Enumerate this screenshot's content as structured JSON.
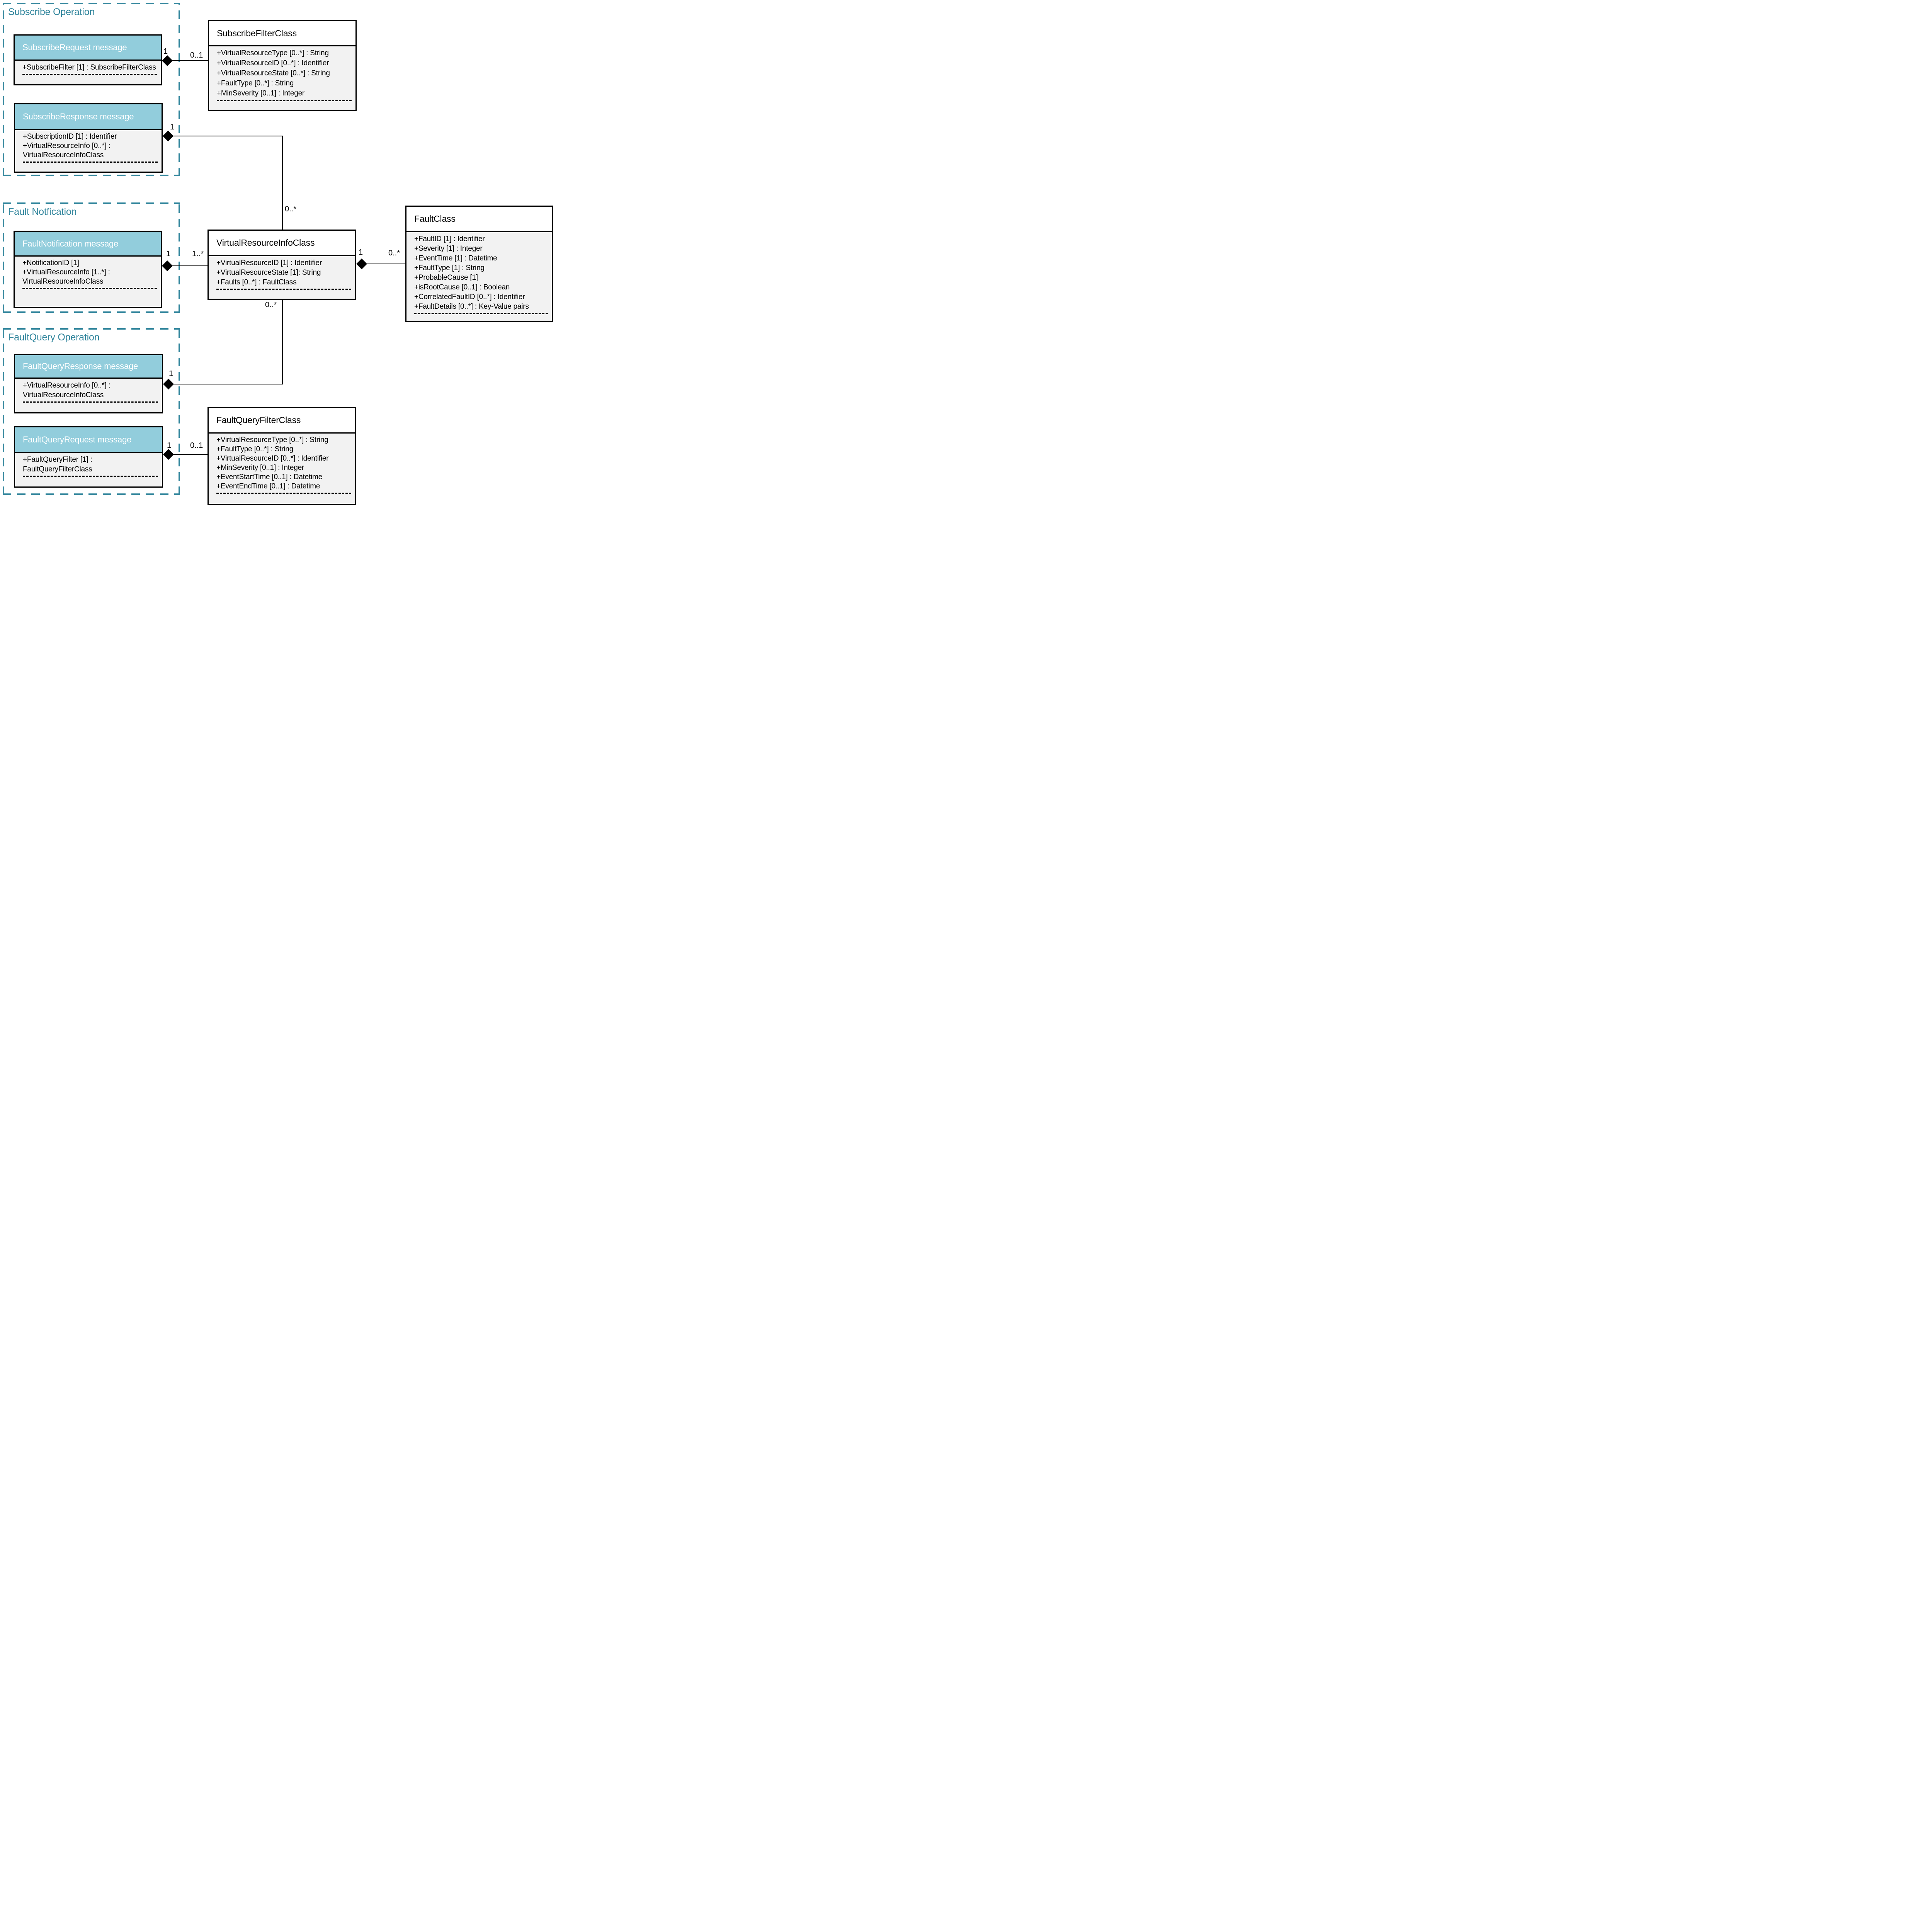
{
  "diagram": {
    "sections": {
      "subscribe": {
        "title": "Subscribe Operation"
      },
      "faultNotification": {
        "title": "Fault Notfication"
      },
      "faultQuery": {
        "title": "FaultQuery Operation"
      }
    },
    "boxes": {
      "subscribeRequest": {
        "title": "SubscribeRequest message",
        "attrs": [
          "+SubscribeFilter [1] : SubscribeFilterClass"
        ]
      },
      "subscribeFilter": {
        "title": "SubscribeFilterClass",
        "attrs": [
          "+VirtualResourceType [0..*] : String",
          "+VirtualResourceID [0..*] : Identifier",
          "+VirtualResourceState [0..*] : String",
          "+FaultType [0..*] : String",
          "+MinSeverity [0..1] : Integer"
        ]
      },
      "subscribeResponse": {
        "title": "SubscribeResponse message",
        "attrs": [
          "+SubscriptionID [1] : Identifier",
          "+VirtualResourceInfo [0..*] :",
          "VirtualResourceInfoClass"
        ]
      },
      "faultNotificationMsg": {
        "title": "FaultNotification message",
        "attrs": [
          "+NotificationID [1]",
          "+VirtualResourceInfo [1..*] :",
          "VirtualResourceInfoClass"
        ]
      },
      "virtualResourceInfo": {
        "title": "VirtualResourceInfoClass",
        "attrs": [
          "+VirtualResourceID [1] : Identifier",
          "+VirtualResourceState [1]: String",
          "+Faults [0..*] : FaultClass"
        ]
      },
      "faultClass": {
        "title": "FaultClass",
        "attrs": [
          "+FaultID [1] : Identifier",
          "+Severity [1] : Integer",
          "+EventTime [1] : Datetime",
          "+FaultType [1] : String",
          "+ProbableCause [1]",
          "+isRootCause [0..1] : Boolean",
          "+CorrelatedFaultID [0..*] : Identifier",
          "+FaultDetails [0..*] : Key-Value pairs"
        ]
      },
      "faultQueryResponse": {
        "title": "FaultQueryResponse message",
        "attrs": [
          "+VirtualResourceInfo [0..*] :",
          "VirtualResourceInfoClass"
        ]
      },
      "faultQueryRequest": {
        "title": "FaultQueryRequest message",
        "attrs": [
          "+FaultQueryFilter [1] :",
          "FaultQueryFilterClass"
        ]
      },
      "faultQueryFilter": {
        "title": "FaultQueryFilterClass",
        "attrs": [
          "+VirtualResourceType [0..*] : String",
          "+FaultType [0..*] : String",
          "+VirtualResourceID [0..*] : Identifier",
          "+MinSeverity [0..1] : Integer",
          "+EventStartTime [0..1] : Datetime",
          "+EventEndTime [0..1] : Datetime"
        ]
      }
    },
    "connectors": {
      "requestToFilter": {
        "sourceMultiplicity": "1",
        "targetMultiplicity": "0..1"
      },
      "responseToVri": {
        "sourceMultiplicity": "1",
        "targetMultiplicity": "0..*"
      },
      "notificationToVri": {
        "sourceMultiplicity": "1",
        "targetMultiplicity": "1..*"
      },
      "vriToFault": {
        "sourceMultiplicity": "1",
        "targetMultiplicity": "0..*"
      },
      "queryResponseToVri": {
        "sourceMultiplicity": "1",
        "targetMultiplicity": "0..*"
      },
      "queryRequestToFilter": {
        "sourceMultiplicity": "1",
        "targetMultiplicity": "0..1"
      }
    },
    "colors": {
      "accent_teal": "#31859C",
      "header_fill": "#92CDDC",
      "header_text": "#FFFFFF",
      "compartment_fill": "#F2F2F2",
      "line": "#000000"
    }
  }
}
